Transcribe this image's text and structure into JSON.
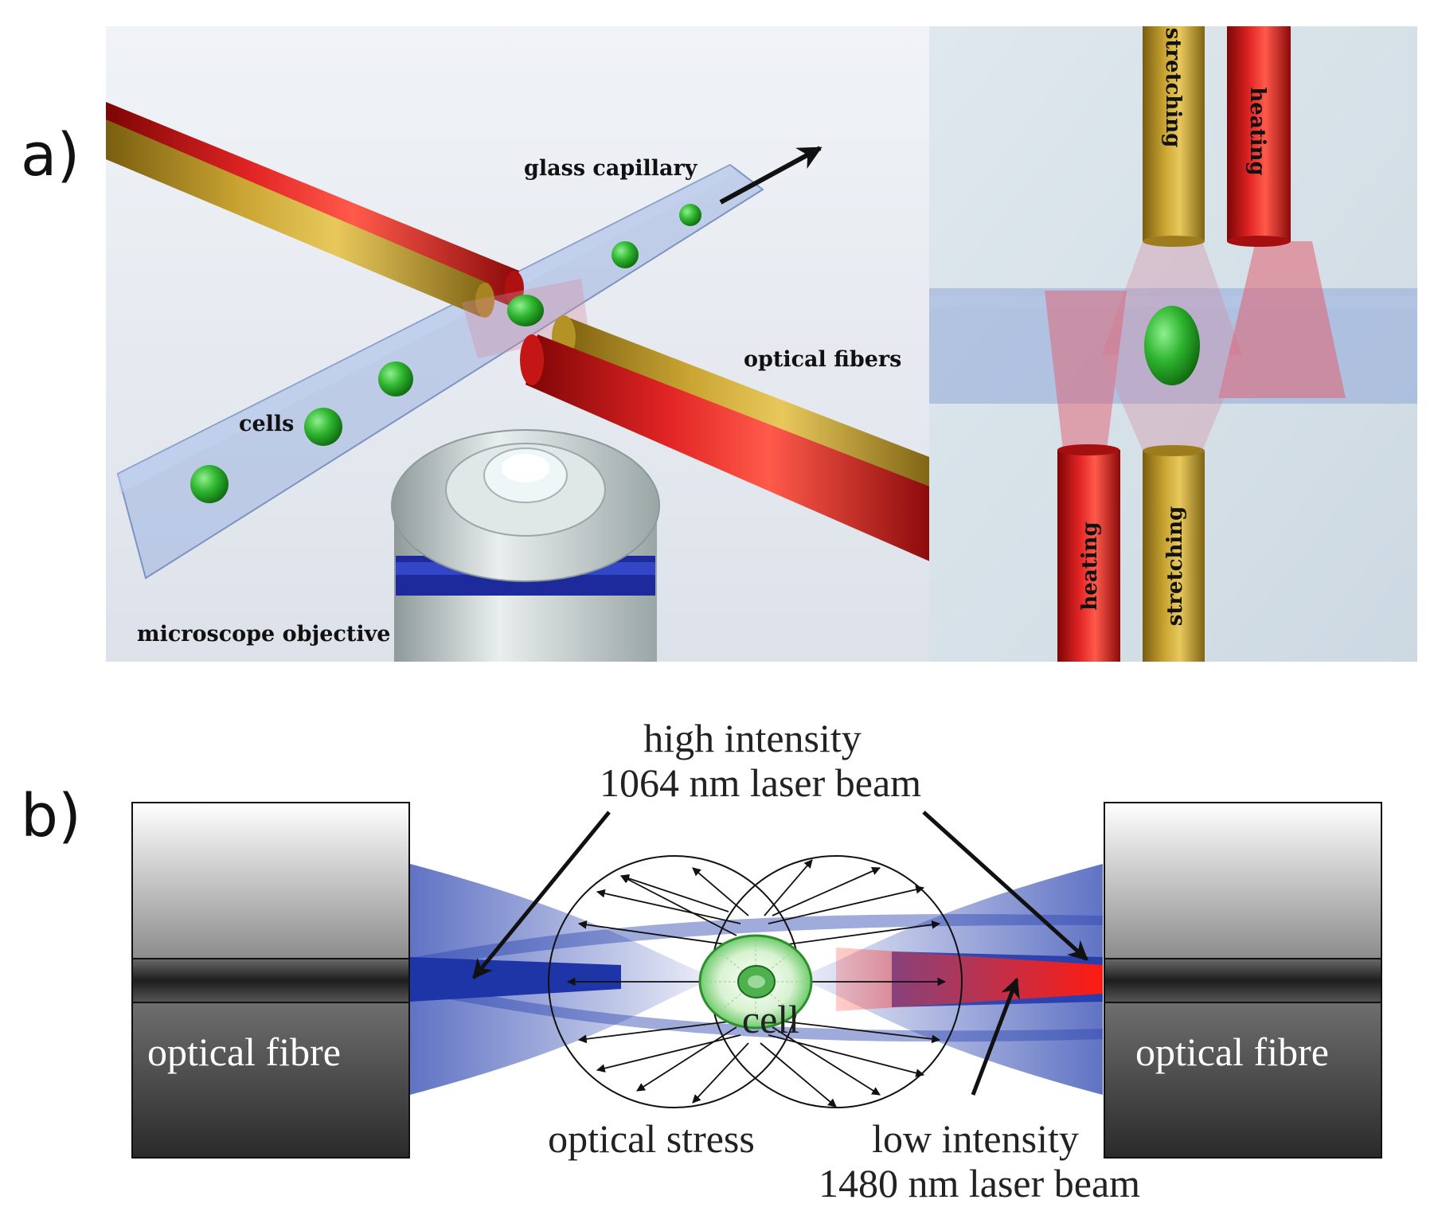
{
  "panel_a": {
    "panel_label": "a)",
    "labels": {
      "glass_capillary": "glass capillary",
      "optical_fibers": "optical fibers",
      "cells": "cells",
      "microscope_objective": "microscope objective"
    },
    "inset_labels": {
      "top_left": "stretching",
      "top_right": "heating",
      "bottom_left": "heating",
      "bottom_right": "stretching"
    }
  },
  "panel_b": {
    "panel_label": "b)",
    "labels": {
      "high_intensity_line1": "high intensity",
      "high_intensity_line2": "1064 nm laser beam",
      "low_intensity_line1": "low intensity",
      "low_intensity_line2": "1480 nm laser beam",
      "optical_stress": "optical stress",
      "cell": "cell",
      "fibre_left": "optical fibre",
      "fibre_right": "optical fibre"
    }
  },
  "colors": {
    "stretching_fiber": "#c8a530",
    "heating_fiber": "#d21a1a",
    "cell": "#3cba3c",
    "beam_blue": "#1f3aa8",
    "beam_red": "#e8201c",
    "capillary": "#8fa8d8"
  }
}
